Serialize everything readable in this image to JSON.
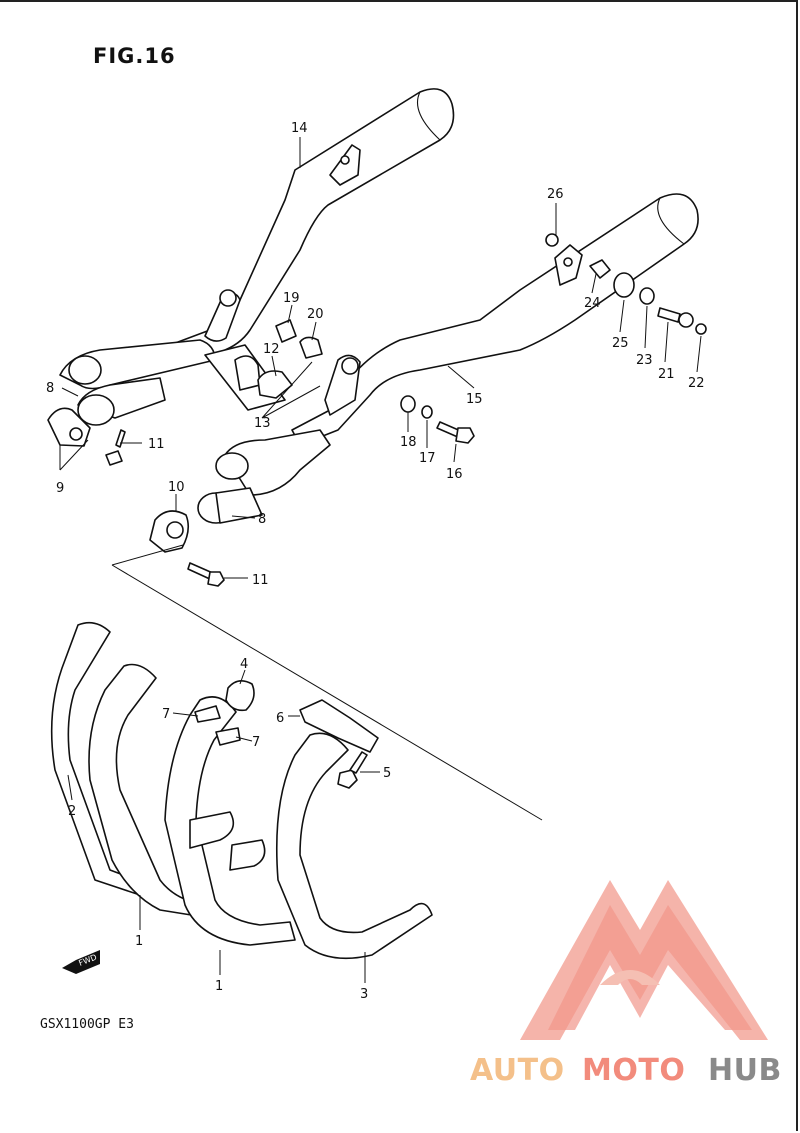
{
  "figure": {
    "title": "FIG.16",
    "model_code": "GSX1100GP  E3",
    "fwd_label": "FWD"
  },
  "callouts": [
    {
      "id": "c14",
      "label": "14"
    },
    {
      "id": "c26",
      "label": "26"
    },
    {
      "id": "c19",
      "label": "19"
    },
    {
      "id": "c20",
      "label": "20"
    },
    {
      "id": "c12",
      "label": "12"
    },
    {
      "id": "c8a",
      "label": "8"
    },
    {
      "id": "c11a",
      "label": "11"
    },
    {
      "id": "c9",
      "label": "9"
    },
    {
      "id": "c13",
      "label": "13"
    },
    {
      "id": "c24",
      "label": "24"
    },
    {
      "id": "c25",
      "label": "25"
    },
    {
      "id": "c23",
      "label": "23"
    },
    {
      "id": "c21",
      "label": "21"
    },
    {
      "id": "c22",
      "label": "22"
    },
    {
      "id": "c15",
      "label": "15"
    },
    {
      "id": "c18",
      "label": "18"
    },
    {
      "id": "c17",
      "label": "17"
    },
    {
      "id": "c16",
      "label": "16"
    },
    {
      "id": "c10",
      "label": "10"
    },
    {
      "id": "c8b",
      "label": "8"
    },
    {
      "id": "c11b",
      "label": "11"
    },
    {
      "id": "c4",
      "label": "4"
    },
    {
      "id": "c7a",
      "label": "7"
    },
    {
      "id": "c7b",
      "label": "7"
    },
    {
      "id": "c6",
      "label": "6"
    },
    {
      "id": "c5",
      "label": "5"
    },
    {
      "id": "c2",
      "label": "2"
    },
    {
      "id": "c1a",
      "label": "1"
    },
    {
      "id": "c1b",
      "label": "1"
    },
    {
      "id": "c3",
      "label": "3"
    }
  ],
  "watermark": {
    "part1": "AUTO",
    "part2": "MOTO",
    "part3": "HUB",
    "color_primary": "#f28b7c",
    "color_secondary": "#f4c08a",
    "color_tertiary": "#8a8a8a"
  }
}
